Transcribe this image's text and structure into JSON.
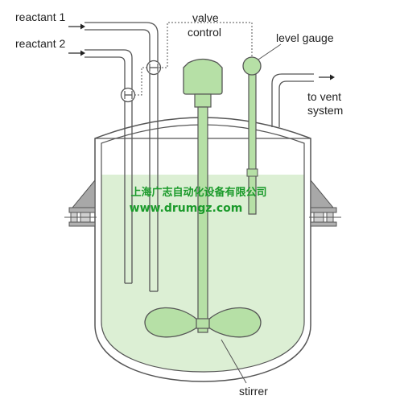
{
  "labels": {
    "reactant1": "reactant 1",
    "reactant2": "reactant 2",
    "valve_line1": "valve",
    "valve_line2": "control",
    "level_gauge": "level gauge",
    "vent_line1": "to vent",
    "vent_line2": "system",
    "stirrer": "stirrer"
  },
  "watermark": {
    "line1": "上海广志自动化设备有限公司",
    "line2": "www.drumgz.com"
  },
  "colors": {
    "liquid": "#dcefd4",
    "component_fill": "#b6e0a6",
    "outline": "#555555",
    "watermark": "#1a9a2a",
    "bracket": "#9a9a9a"
  }
}
